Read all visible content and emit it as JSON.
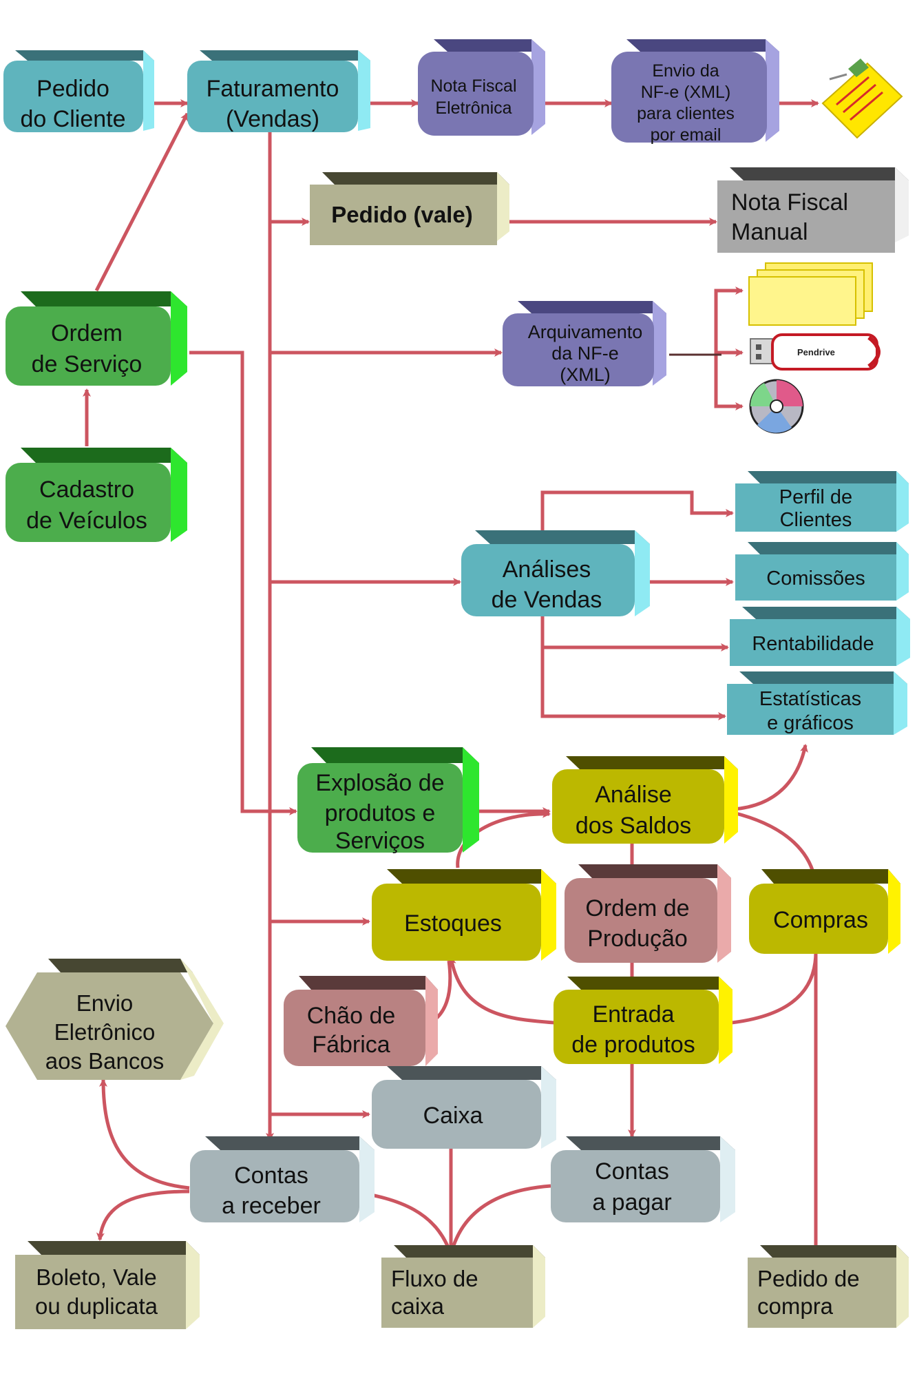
{
  "diagram": {
    "nodes": {
      "pedido_cliente": [
        "Pedido",
        "do Cliente"
      ],
      "faturamento": [
        "Faturamento",
        "(Vendas)"
      ],
      "nota_fiscal_eletronica": [
        "Nota Fiscal",
        "Eletrônica"
      ],
      "envio_nfe": [
        "Envio da",
        "NF-e (XML)",
        "para clientes",
        "por email"
      ],
      "pedido_vale": [
        "Pedido (vale)"
      ],
      "nota_fiscal_manual": [
        "Nota Fiscal",
        "Manual"
      ],
      "ordem_servico": [
        "Ordem",
        "de Serviço"
      ],
      "cadastro_veiculos": [
        "Cadastro",
        "de Veículos"
      ],
      "arquivamento_nfe": [
        "Arquivamento",
        "da  NF-e",
        "(XML)"
      ],
      "analises_vendas": [
        "Análises",
        "de Vendas"
      ],
      "perfil_clientes": [
        "Perfil de",
        "Clientes"
      ],
      "comissoes": [
        "Comissões"
      ],
      "rentabilidade": [
        "Rentabilidade"
      ],
      "estatisticas": [
        "Estatísticas",
        "e gráficos"
      ],
      "explosao_produtos": [
        "Explosão de",
        "produtos e",
        "Serviços"
      ],
      "analise_saldos": [
        "Análise",
        "dos Saldos"
      ],
      "estoques": [
        "Estoques"
      ],
      "ordem_producao": [
        "Ordem de",
        "Produção"
      ],
      "compras": [
        "Compras"
      ],
      "envio_bancos": [
        "Envio",
        "Eletrônico",
        "aos Bancos"
      ],
      "chao_fabrica": [
        "Chão de",
        "Fábrica"
      ],
      "entrada_produtos": [
        "Entrada",
        "de produtos"
      ],
      "caixa": [
        "Caixa"
      ],
      "contas_receber": [
        "Contas",
        "a receber"
      ],
      "contas_pagar": [
        "Contas",
        "a pagar"
      ],
      "boleto": [
        "Boleto, Vale",
        "ou duplicata"
      ],
      "fluxo_caixa": [
        "Fluxo de",
        "caixa"
      ],
      "pedido_compra": [
        "Pedido de",
        "compra"
      ]
    },
    "icons": {
      "pendrive_label": "Pendrive"
    },
    "colors": {
      "teal": "#5fb4bd",
      "purple": "#7a76b2",
      "green": "#4cad4c",
      "olive_yellow": "#bcb800",
      "rose": "#b98282",
      "gray_blue": "#a6b4b8",
      "khaki": "#b2b292",
      "connector": "#cc5560"
    }
  }
}
